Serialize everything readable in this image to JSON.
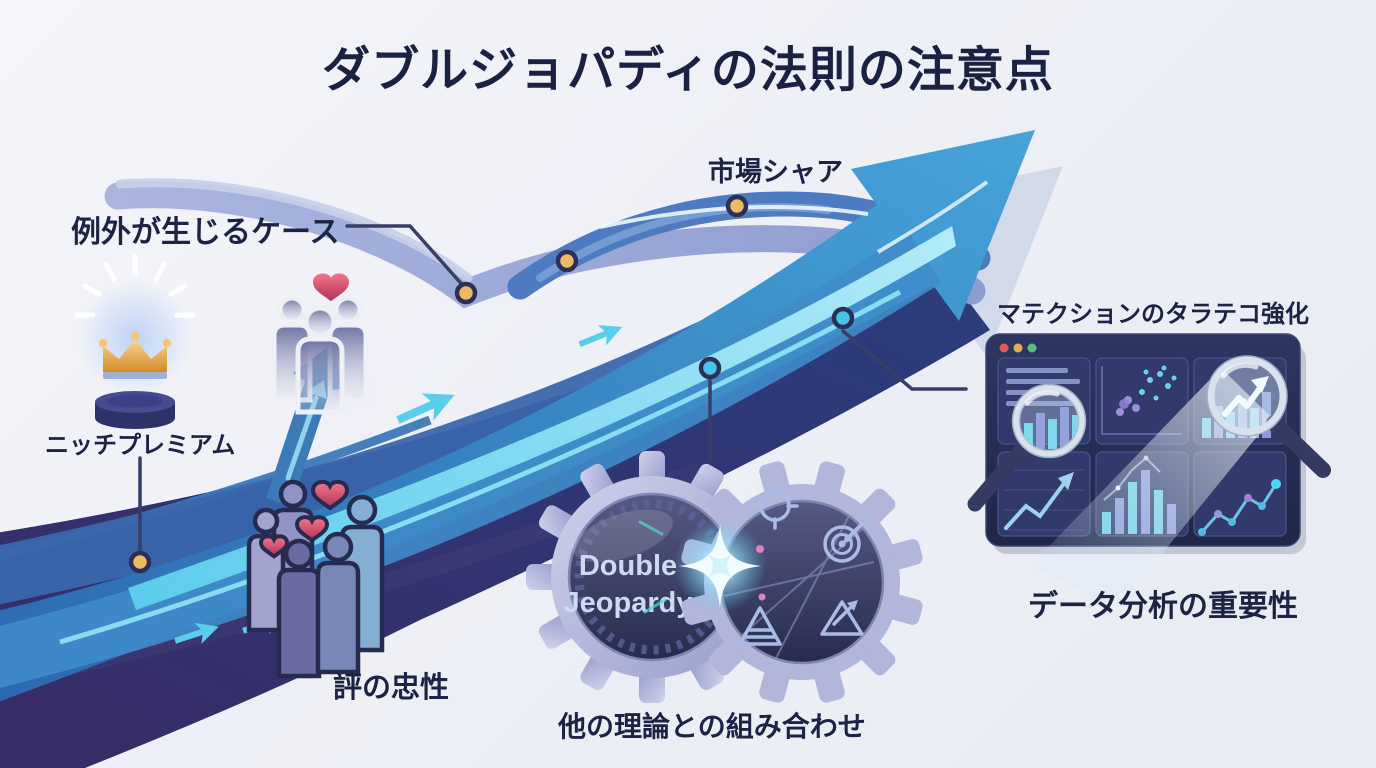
{
  "title": "ダブルジョパディの法則の注意点",
  "labels": {
    "market_share": "市場シャア",
    "exception_cases": "例外が生じるケース",
    "niche_premium": "ニッチプレミアム",
    "projection_strengthening": "マテクションのタラテコ強化",
    "data_analysis_importance": "データ分析の重要性",
    "customer_loyalty": "評の忠性",
    "theory_combination": "他の理論との組み合わせ"
  },
  "gear_text": {
    "line1": "Double",
    "line2": "Jeopardy"
  },
  "palette": {
    "background": "#eef0f6",
    "title_text": "#1b2142",
    "label_text": "#1d2344",
    "swoosh_dark": "#342a64",
    "swoosh_blue": "#2f6cb0",
    "swoosh_cyan": "#5ed2f0",
    "branch_periwinkle": "#9aa8d6",
    "marker_yellow": "#ecb966",
    "marker_cyan": "#47c5e9",
    "heart_red": "#d44368",
    "crown_gold": "#e8a93c",
    "gear_lavender": "#b6b9dd",
    "gear_face_navy": "#343860",
    "dashboard_navy": "#252c55"
  }
}
